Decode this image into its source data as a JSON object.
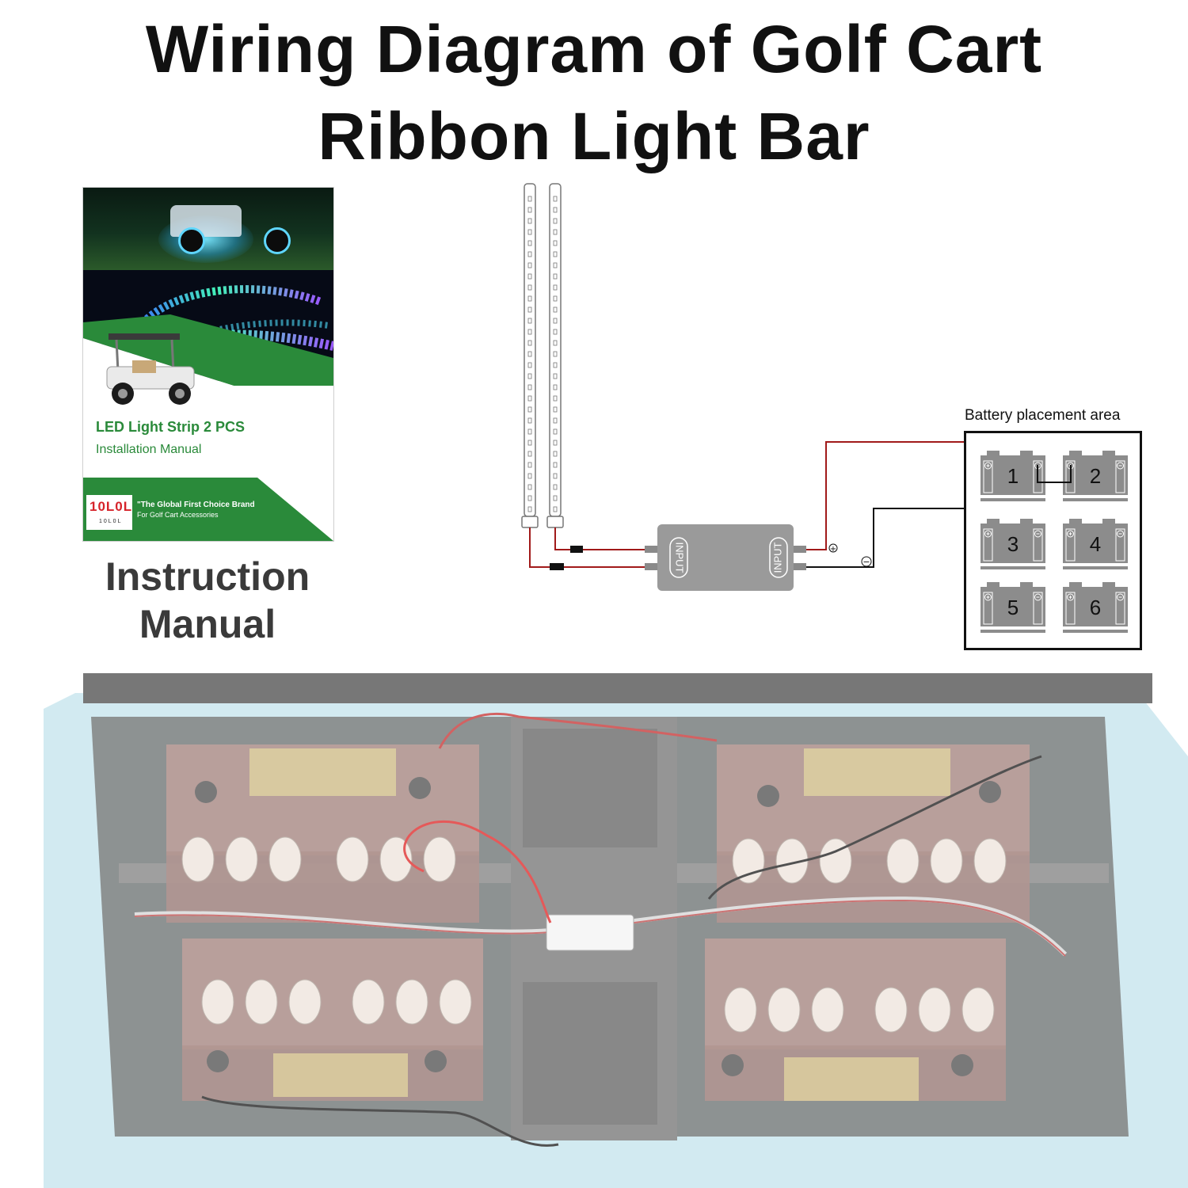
{
  "title": {
    "line1": "Wiring Diagram of Golf Cart",
    "line2": "Ribbon Light Bar"
  },
  "manual": {
    "cover_title": "LED Light Strip 2 PCS",
    "cover_subtitle": "Installation Manual",
    "brand_line1": "\"The Global First Choice Brand",
    "brand_line2": "For Golf Cart Accessories",
    "logo_mark": "10L0L",
    "logo_sub": "10L0L",
    "caption_line1": "Instruction",
    "caption_line2": "Manual"
  },
  "controller": {
    "left_port_label": "INPUT",
    "right_port_label": "INPUT",
    "positive_symbol": "+",
    "negative_symbol": "−"
  },
  "battery_area": {
    "label": "Battery placement area",
    "batteries": [
      "1",
      "2",
      "3",
      "4",
      "5",
      "6"
    ]
  },
  "colors": {
    "positive_wire": "#a11a1a",
    "negative_wire": "#222222",
    "controller_fill": "#9a9a9a",
    "battery_fill": "#8c8c8c",
    "cover_green": "#2a8a3a"
  }
}
